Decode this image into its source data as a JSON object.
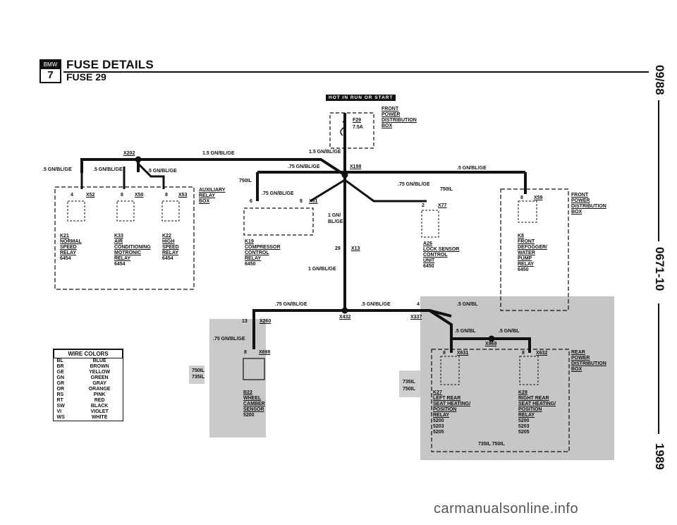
{
  "header": {
    "title": "FUSE DETAILS",
    "subtitle": "FUSE 29",
    "logo_top": "BMW",
    "logo_bottom": "7"
  },
  "side_text": {
    "date": "09/88",
    "code": "0671-10",
    "year": "1989"
  },
  "hot_label": "HOT IN RUN OR START",
  "fuse": {
    "id": "F29",
    "amps": "7.5A"
  },
  "boxes": {
    "front_power": [
      "FRONT",
      "POWER",
      "DISTRIBUTION",
      "BOX"
    ],
    "aux_relay": [
      "AUXILIARY",
      "RELAY",
      "BOX"
    ],
    "rear_power": [
      "REAR",
      "POWER",
      "DISTRIBUTION",
      "BOX"
    ]
  },
  "connectors": {
    "x202": "X202",
    "x198": "X198",
    "x52": "X52",
    "x50": "X50",
    "x53": "X53",
    "x51": "X51",
    "x77": "X77",
    "x59": "X59",
    "x13": "X13",
    "x432": "X432",
    "x337": "X337",
    "x260": "X260",
    "x698": "X698",
    "x969": "X969",
    "x631": "X631",
    "x632": "X632"
  },
  "pins": {
    "p4": "4",
    "p8a": "8",
    "p8b": "8",
    "p6": "6",
    "p8c": "8",
    "p2": "2",
    "p8d": "8",
    "p29": "29",
    "p4b": "4",
    "p13": "13",
    "p8e": "8",
    "p8f": "8",
    "p8g": "8"
  },
  "wires": {
    "w_15_main": "1.5 GN/BL/GE",
    "w_15_x198": "1.5 GN/BL/GE",
    "w_5_left": ".5 GN/BL/GE",
    "w_5_mid": ".5 GN/BL/GE",
    "w_5_right": ".5 GN/BL/GE",
    "w_75_top": ".75 GN/BL/GE",
    "w_5_x59": ".5 GN/BL/GE",
    "w_75_x51": ".75 GN/BL/GE",
    "w_75_x77": ".75 GN/BL/GE",
    "w_1_x51": "1 GN/",
    "w_1_x51b": "BL/GE",
    "w_1_down": "1 GN/BL/GE",
    "w_75_bottom": ".75 GN/BL/GE",
    "w_5_bottom": ".5 GN/BL/GE",
    "w_5_gnbl": ".5 GN/BL",
    "w_5_gnbl2": ".5 GN/BL",
    "w_5_gnbl3": ".5 GN/BL",
    "w_75_x698": ".75 GN/BL/GE"
  },
  "models": {
    "m750_a": "750IL",
    "m750_b": "750IL",
    "m750_c": "750IL",
    "m735_c": "735IL",
    "m735_d": "735IL",
    "m750_d": "750IL",
    "m735_750": "735IL 750IL"
  },
  "components": {
    "k21": [
      "K21",
      "NORMAL",
      "SPEED",
      "RELAY",
      "6454"
    ],
    "k33": [
      "K33",
      "AIR",
      "CONDITIONING",
      "MOTRONIC",
      "RELAY",
      "6454"
    ],
    "k22": [
      "K22",
      "HIGH",
      "SPEED",
      "RELAY",
      "6454"
    ],
    "k19": [
      "K19",
      "COMPRESSOR",
      "CONTROL",
      "RELAY",
      "6450"
    ],
    "a26": [
      "A26",
      "LOCK SENSOR",
      "CONTROL",
      "UNIT",
      "6450"
    ],
    "k8": [
      "K8",
      "FRONT",
      "DEFOGGER/",
      "WATER",
      "PUMP",
      "RELAY",
      "6450"
    ],
    "b22": [
      "B22",
      "WHEEL",
      "CAMBER",
      "SENSOR",
      "5200"
    ],
    "k27": [
      "K27",
      "LEFT REAR",
      "SEAT HEATING/",
      "POSITION",
      "RELAY",
      "5200",
      "5203",
      "5205"
    ],
    "k28": [
      "K28",
      "RIGHT REAR",
      "SEAT HEATING/",
      "POSITION",
      "RELAY",
      "5200",
      "5203",
      "5205"
    ]
  },
  "wire_colors": {
    "title": "WIRE COLORS",
    "rows": [
      [
        "BL",
        "BLUE"
      ],
      [
        "BR",
        "BROWN"
      ],
      [
        "GE",
        "YELLOW"
      ],
      [
        "GN",
        "GREEN"
      ],
      [
        "GR",
        "GRAY"
      ],
      [
        "OR",
        "ORANGE"
      ],
      [
        "RS",
        "PINK"
      ],
      [
        "RT",
        "RED"
      ],
      [
        "SW",
        "BLACK"
      ],
      [
        "VI",
        "VIOLET"
      ],
      [
        "WS",
        "WHITE"
      ]
    ]
  },
  "footer": "carmanualsonline.info"
}
